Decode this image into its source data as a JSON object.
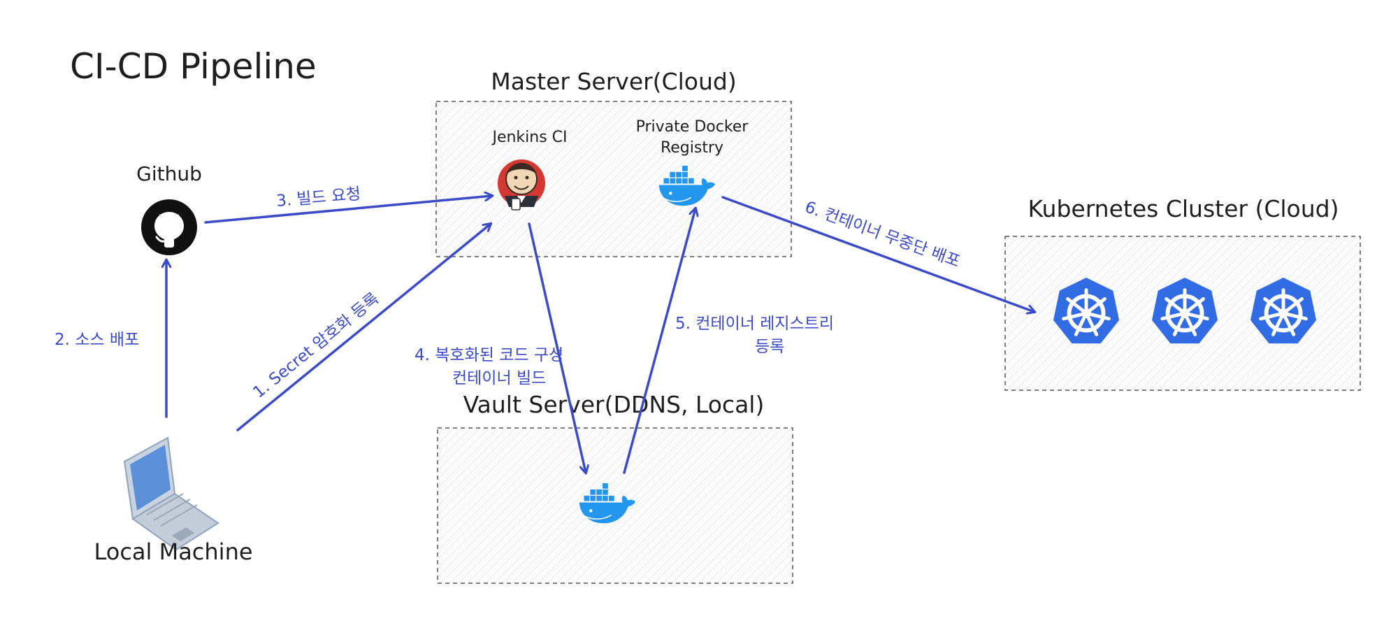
{
  "title": "CI-CD Pipeline",
  "nodes": {
    "github": {
      "label": "Github",
      "icon": "github-icon"
    },
    "local": {
      "label": "Local Machine",
      "icon": "laptop-icon"
    },
    "master": {
      "label": "Master Server(Cloud)",
      "jenkins": {
        "label": "Jenkins CI",
        "icon": "jenkins-icon"
      },
      "registry": {
        "label_line1": "Private Docker",
        "label_line2": "Registry",
        "icon": "docker-icon"
      }
    },
    "vault": {
      "label": "Vault Server(DDNS, Local)",
      "icon": "docker-icon"
    },
    "k8s": {
      "label": "Kubernetes Cluster (Cloud)",
      "icon": "kubernetes-icon"
    }
  },
  "steps": [
    {
      "label": "1. Secret 암호화 등록"
    },
    {
      "label": "2. 소스 배포"
    },
    {
      "label": "3. 빌드 요청"
    },
    {
      "label_line1": "4. 복호화된 코드 구성",
      "label_line2": "컨테이너 빌드"
    },
    {
      "label_line1": "5. 컨테이너 레지스트리",
      "label_line2": "등록"
    },
    {
      "label": "6. 컨테이너 무중단 배포"
    }
  ],
  "colors": {
    "arrow": "#3b4bc8",
    "text": "#1e1e1e",
    "docker": "#2396ed",
    "kubernetes": "#326ce5",
    "jenkins_red": "#d33833",
    "hatch": "#e6e8ec",
    "laptop": "#a9c3e6"
  }
}
